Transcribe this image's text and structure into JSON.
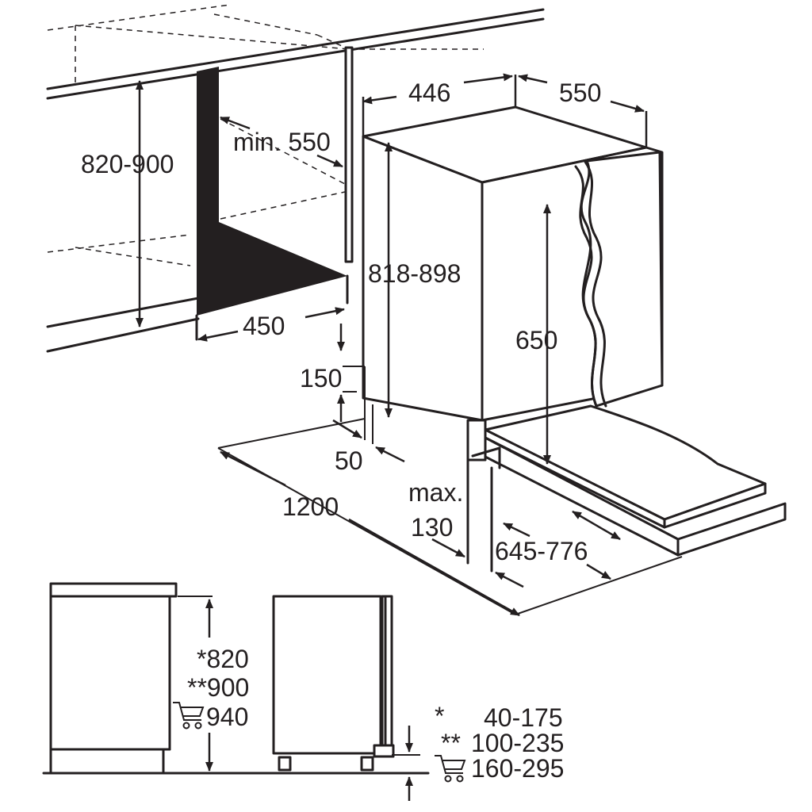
{
  "installation": {
    "dim_446": "446",
    "dim_550_depth": "550",
    "dim_820_900": "820-900",
    "dim_min_550": "min. 550",
    "dim_818_898": "818-898",
    "dim_450": "450",
    "dim_650": "650",
    "dim_150": "150",
    "dim_50": "50",
    "dim_1200": "1200",
    "dim_max": "max.",
    "dim_130": "130",
    "dim_645_776": "645-776"
  },
  "plinth": {
    "height_820": "*820",
    "height_900": "**900",
    "height_940": "940",
    "range_1_mark": "*",
    "range_1": "40-175",
    "range_2_mark": "**",
    "range_2": "100-235",
    "range_3": "160-295"
  },
  "icons": [
    "cart-icon",
    "cart-icon"
  ]
}
